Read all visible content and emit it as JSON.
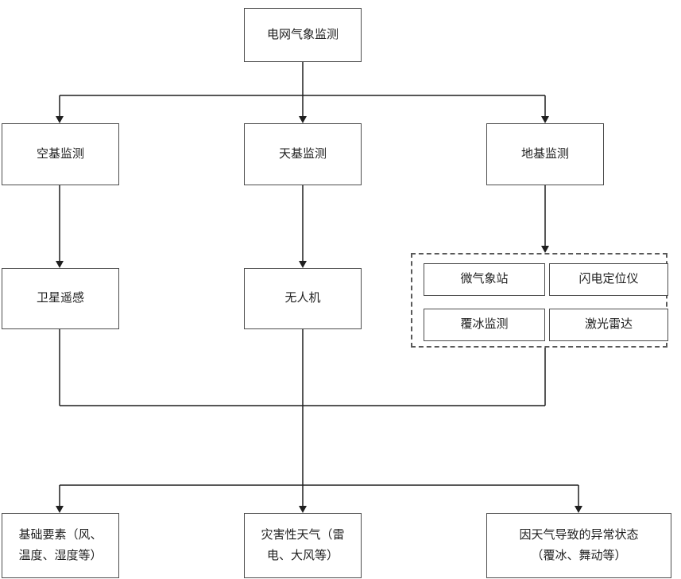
{
  "diagram": {
    "root": {
      "label": "电网气象监测"
    },
    "monitoring_types": [
      {
        "label": "空基监测"
      },
      {
        "label": "天基监测"
      },
      {
        "label": "地基监测"
      }
    ],
    "platforms": [
      {
        "label": "卫星遥感"
      },
      {
        "label": "无人机"
      }
    ],
    "ground_devices": [
      {
        "label": "微气象站"
      },
      {
        "label": "闪电定位仪"
      },
      {
        "label": "覆冰监测"
      },
      {
        "label": "激光雷达"
      }
    ],
    "outputs": [
      {
        "label": "基础要素（风、温度、湿度等）"
      },
      {
        "label": "灾害性天气（雷电、大风等）"
      },
      {
        "label": "因天气导致的异常状态（覆冰、舞动等）"
      }
    ]
  },
  "colors": {
    "line": "#1f1f1f",
    "box_border": "#4d4d4d"
  }
}
